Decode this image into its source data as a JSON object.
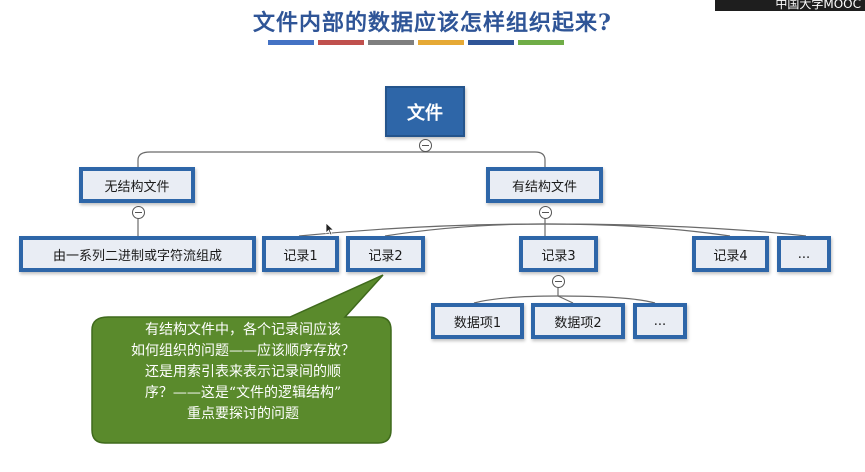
{
  "title": "文件内部的数据应该怎样组织起来?",
  "watermark": "中国大学MOOC",
  "title_stripe_colors": [
    "#4472c4",
    "#c0504d",
    "#7f7f7f",
    "#e6a935",
    "#2f5597",
    "#70ad47"
  ],
  "tree": {
    "root": "文件",
    "unstructured": {
      "label": "无结构文件",
      "child": "由一系列二进制或字符流组成"
    },
    "structured": {
      "label": "有结构文件",
      "records": [
        "记录1",
        "记录2",
        "记录3",
        "记录4",
        "..."
      ],
      "record3_fields": [
        "数据项1",
        "数据项2",
        "..."
      ]
    }
  },
  "callout": {
    "lines": [
      "有结构文件中，各个记录间应该",
      "如何组织的问题——应该顺序存放？",
      "还是用索引表来表示记录间的顺",
      "序？——这是“文件的逻辑结构”",
      "重点要探讨的问题"
    ],
    "fill_color": "#5a8a2c",
    "border_color": "#3f6a1c"
  },
  "colors": {
    "node_border": "#2e66a8",
    "node_fill": "#e9edf4",
    "root_fill": "#2e66a8",
    "title": "#2f5597"
  }
}
